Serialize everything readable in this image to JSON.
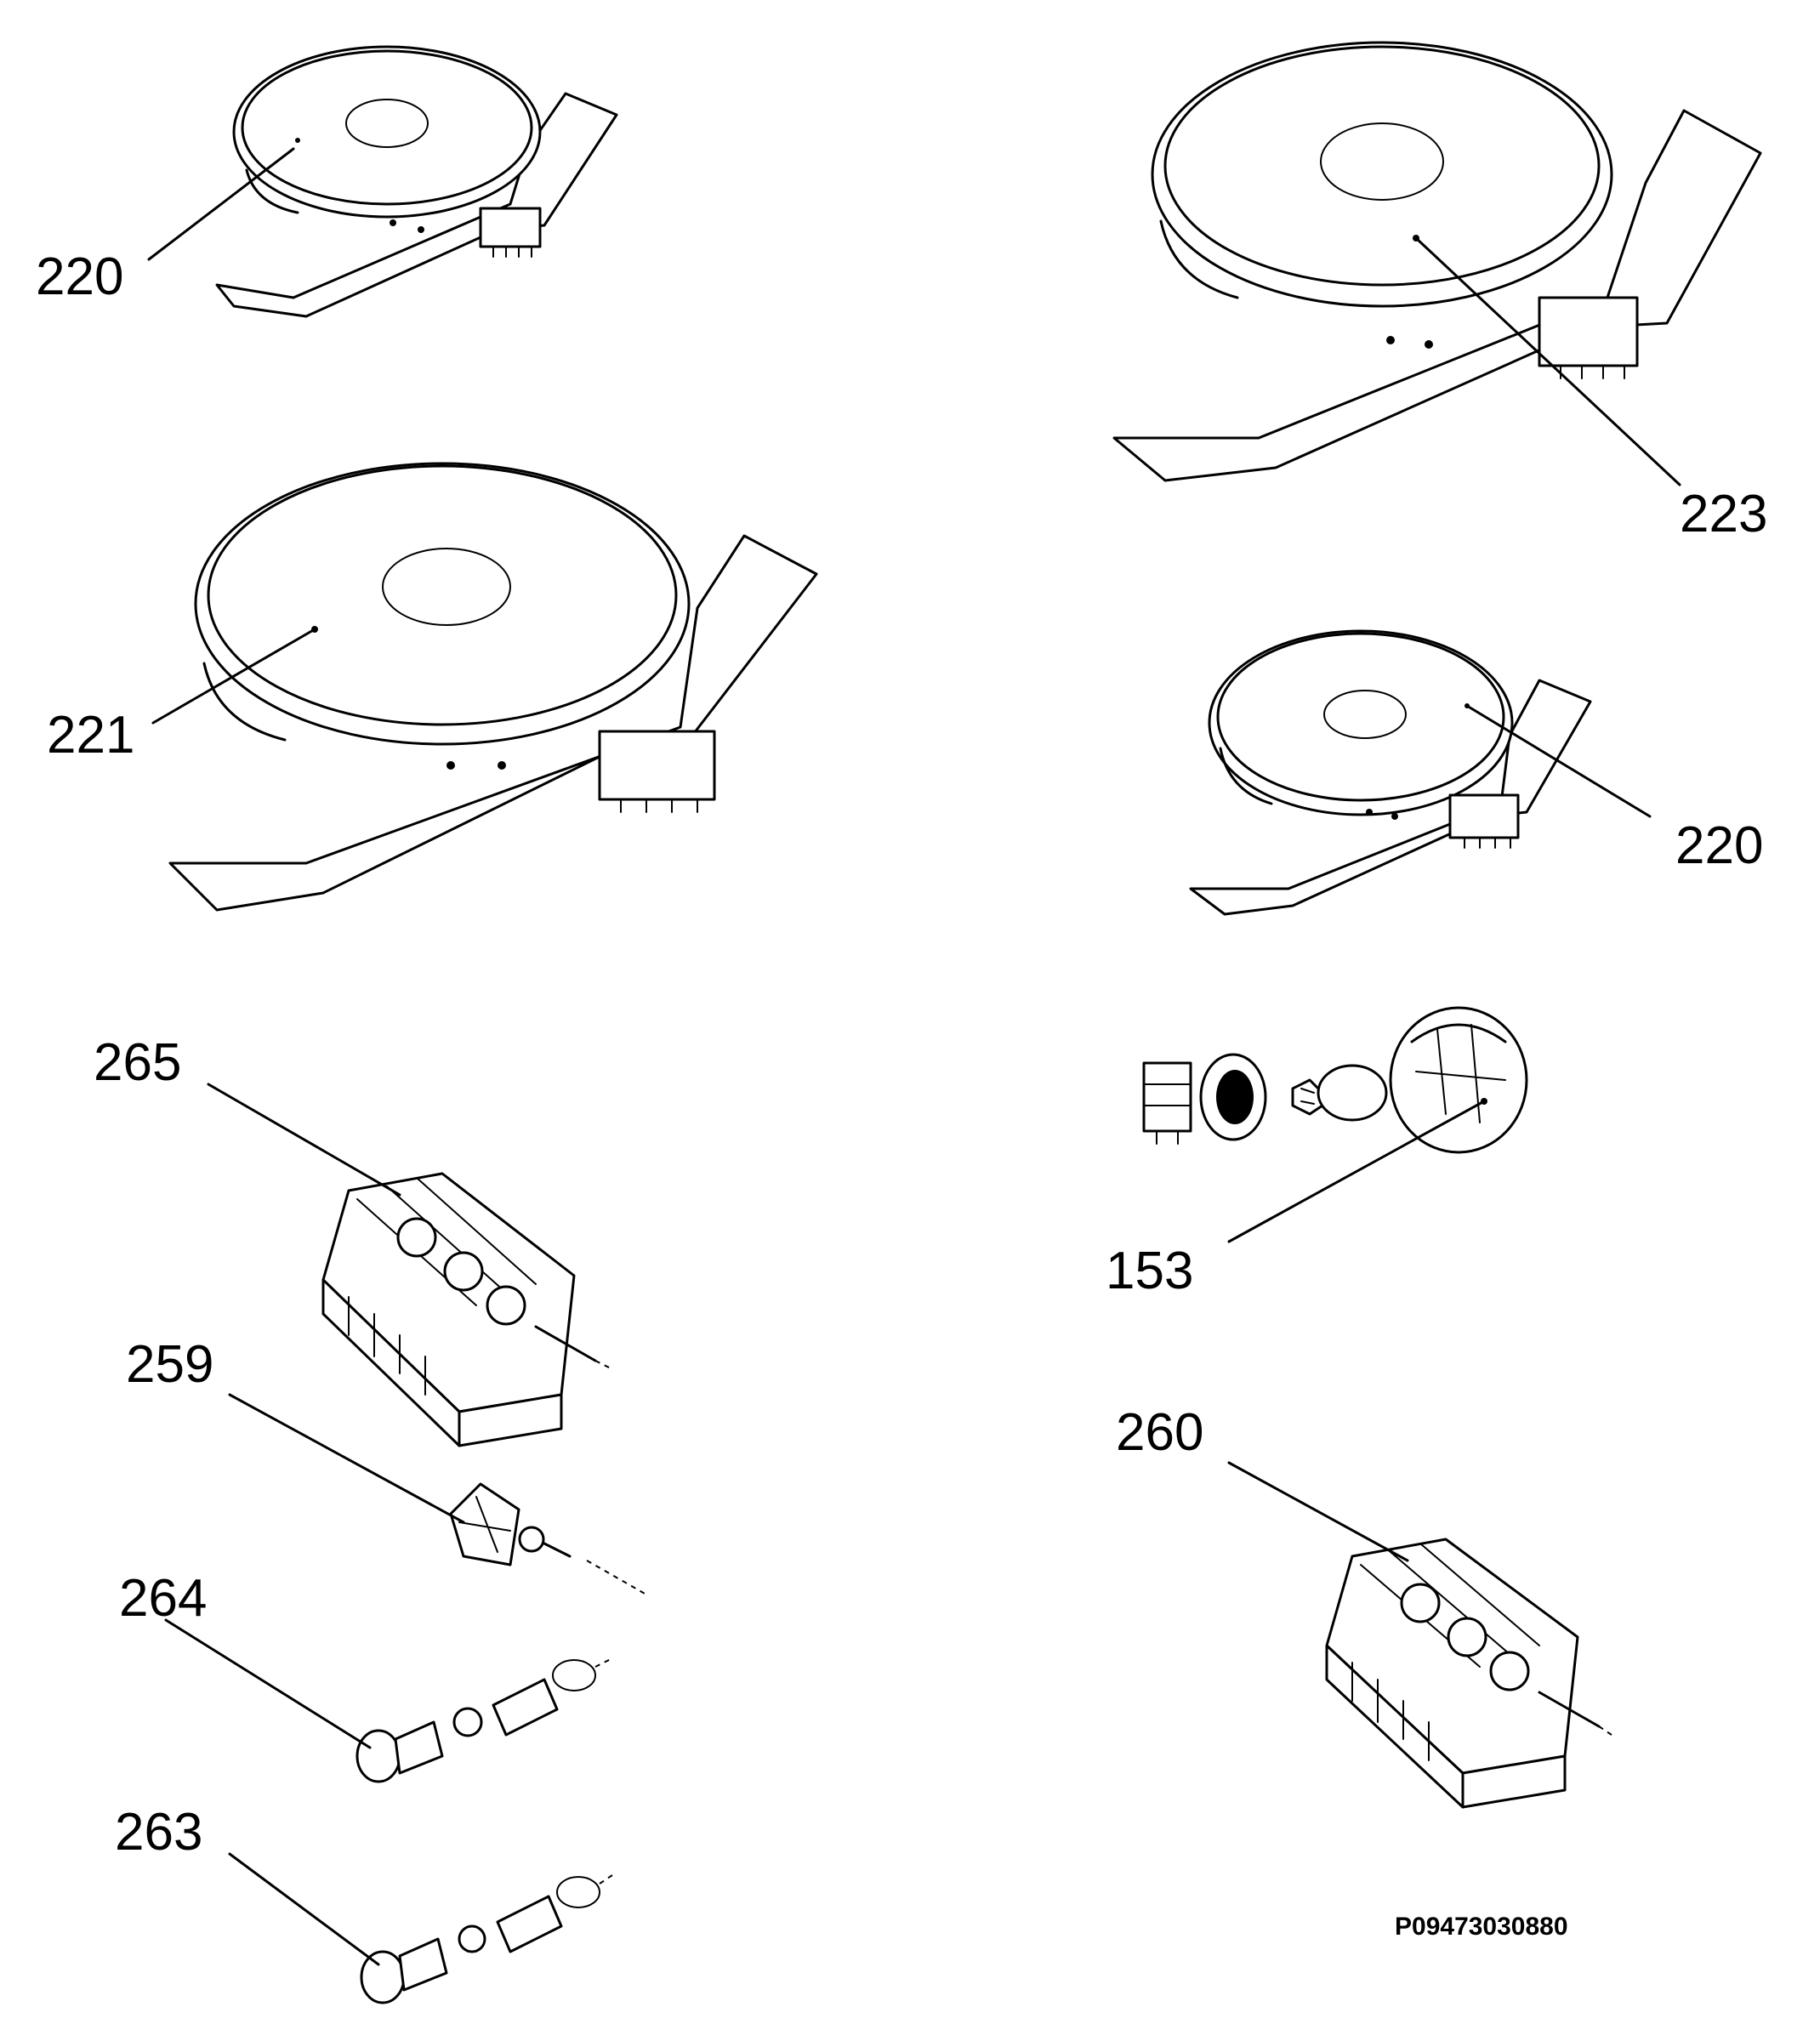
{
  "labels": {
    "hotplate_small_top": "220",
    "hotplate_large_top": "223",
    "hotplate_medium": "221",
    "hotplate_small_right": "220",
    "lamp": "153",
    "switch_left": "265",
    "switch_right": "260",
    "thermostat": "259",
    "indicator_a": "264",
    "indicator_b": "263"
  },
  "drawing_code": "P09473030880"
}
